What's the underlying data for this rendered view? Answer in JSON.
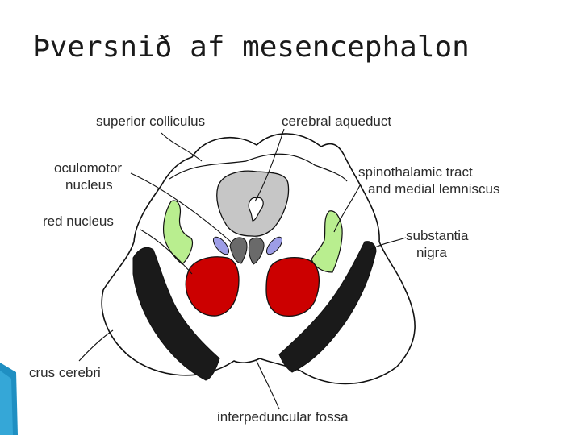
{
  "slide": {
    "title": "Þversnið af mesencephalon"
  },
  "labels": {
    "superior_colliculus": "superior colliculus",
    "cerebral_aqueduct": "cerebral aqueduct",
    "oculomotor_nucleus_line1": "oculomotor",
    "oculomotor_nucleus_line2": "nucleus",
    "spinothalamic_line1": "spinothalamic tract",
    "spinothalamic_line2": "and medial lemniscus",
    "red_nucleus": "red nucleus",
    "substantia_nigra_line1": "substantia",
    "substantia_nigra_line2": "nigra",
    "crus_cerebri": "crus cerebri",
    "interpeduncular_fossa": "interpeduncular fossa"
  },
  "colors": {
    "gray_matter_aqueduct": "#c6c6c6",
    "oculomotor_nucleus": "#9d9de6",
    "spinothalamic_tract": "#b9ee8f",
    "red_nucleus": "#cc0000",
    "substantia_nigra": "#1a1a1a",
    "outline": "#111111",
    "corner_accent": "#1f8fc2"
  }
}
